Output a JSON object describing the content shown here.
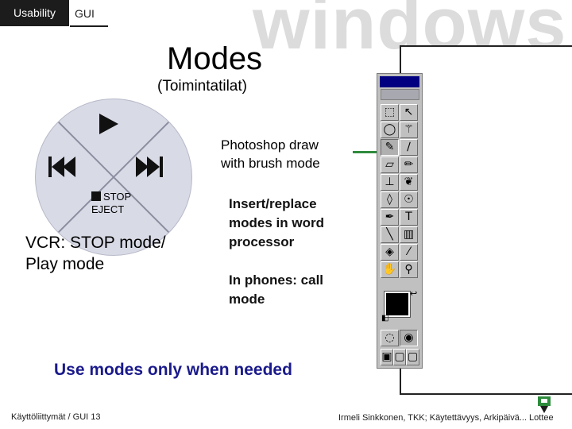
{
  "header": {
    "tab_usability": "Usability",
    "tab_gui": "GUI",
    "watermark": "windows"
  },
  "title": "Modes",
  "subtitle": "(Toimintatilat)",
  "vcr": {
    "buttons": [
      "play-icon",
      "rewind-icon",
      "fast-forward-icon",
      "stop-icon"
    ],
    "stop_label": "STOP",
    "eject_label": "EJECT",
    "caption_line1": "VCR: STOP mode/",
    "caption_line2": "Play mode"
  },
  "photoshop": {
    "caption_line1": "Photoshop draw",
    "caption_line2": "with brush mode",
    "connector_color": "#2e8b3d",
    "tools": [
      [
        "marquee-icon",
        "move-icon"
      ],
      [
        "lasso-icon",
        "magic-wand-icon"
      ],
      [
        "airbrush-icon",
        "paintbrush-icon"
      ],
      [
        "eraser-icon",
        "pencil-icon"
      ],
      [
        "rubber-stamp-icon",
        "history-brush-icon"
      ],
      [
        "blur-icon",
        "burn-icon"
      ],
      [
        "pen-icon",
        "type-icon"
      ],
      [
        "line-icon",
        "gradient-icon"
      ],
      [
        "paint-bucket-icon",
        "eyedropper-icon"
      ],
      [
        "hand-icon",
        "zoom-icon"
      ]
    ]
  },
  "insert": {
    "line1": "Insert/replace",
    "line2": "modes in word",
    "line3": "processor"
  },
  "phones": {
    "line1": "In phones: call",
    "line2": "mode"
  },
  "bottom_caption": "Use modes only when needed",
  "footer": {
    "left": "Käyttöliittymät / GUI  13",
    "right": "Irmeli Sinkkonen, TKK; Käytettävyys, Arkipäivä... Lottee"
  },
  "colors": {
    "accent_blue": "#1a1a8c",
    "header_black": "#1c1c1c",
    "disc": "#d8dae6"
  }
}
